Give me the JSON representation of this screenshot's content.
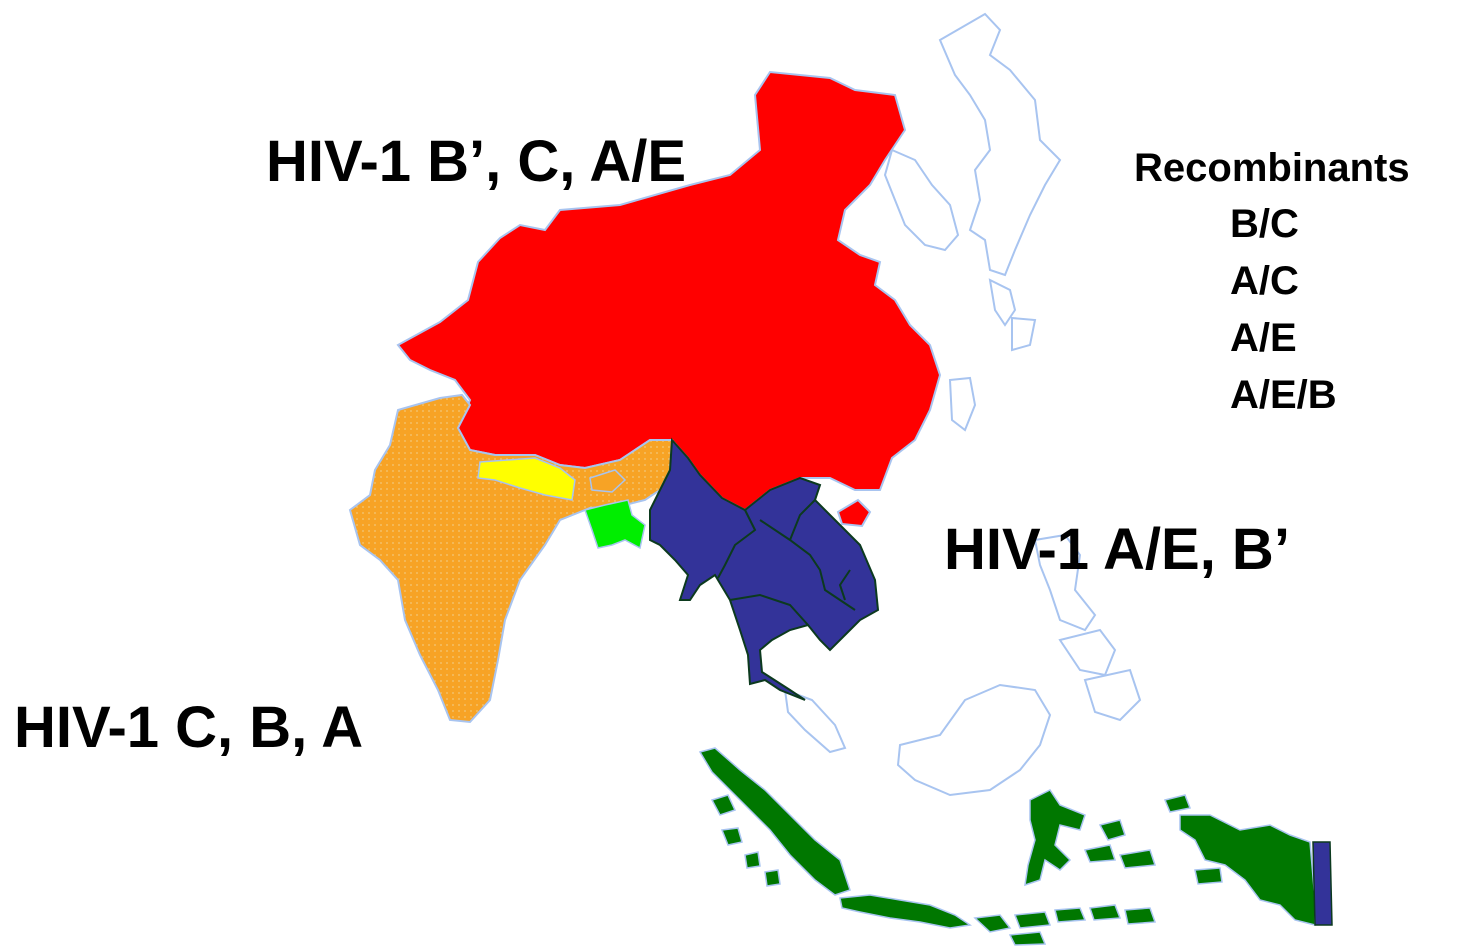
{
  "labels": {
    "china": "HIV-1 B’, C, A/E",
    "southeast_asia": "HIV-1 A/E, B’",
    "india": "HIV-1 C, B, A"
  },
  "recombinants": {
    "title": "Recombinants",
    "items": [
      "B/C",
      "A/C",
      "A/E",
      "A/E/B"
    ]
  },
  "colors": {
    "china": "#ff0000",
    "india": "#f7a325",
    "nepal": "#ffff00",
    "bangladesh": "#00ee00",
    "mainland_southeast_asia": "#333399",
    "indonesia": "#007700",
    "unshaded_outline": "#a8c4f0",
    "border_outline": "#0c3a1e"
  }
}
